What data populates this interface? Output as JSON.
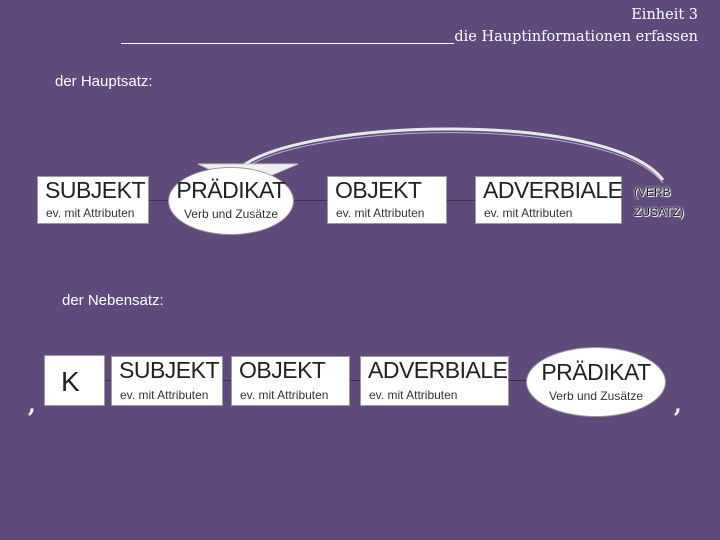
{
  "header": {
    "line1": "Einheit 3",
    "line2": "die Hauptinformationen erfassen"
  },
  "hauptsatz": {
    "label": "der Hauptsatz:",
    "subjekt": {
      "title": "SUBJEKT",
      "sub": "ev. mit Attributen"
    },
    "praedikat": {
      "title": "PRÄDIKAT",
      "sub": "Verb und Zusätze"
    },
    "objekt": {
      "title": "OBJEKT",
      "sub": "ev. mit Attributen"
    },
    "adverbiale": {
      "title": "ADVERBIALE",
      "sub": "ev. mit Attributen"
    },
    "note_line1": "(VERB",
    "note_line2": "ZUSATZ)"
  },
  "nebensatz": {
    "label": "der Nebensatz:",
    "k": "K",
    "subjekt": {
      "title": "SUBJEKT",
      "sub": "ev. mit Attributen"
    },
    "objekt": {
      "title": "OBJEKT",
      "sub": "ev. mit Attributen"
    },
    "adverbiale": {
      "title": "ADVERBIALE",
      "sub": "ev. mit Attributen"
    },
    "praedikat": {
      "title": "PRÄDIKAT",
      "sub": "Verb und Zusätze"
    },
    "comma_left": ",",
    "comma_right": ","
  },
  "colors": {
    "background": "#604a7b",
    "box": "#ffffff",
    "arrow": "#e8e8e8"
  }
}
